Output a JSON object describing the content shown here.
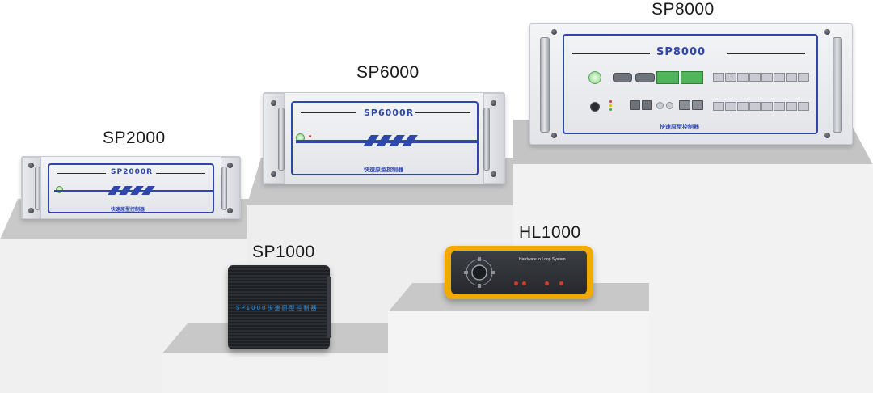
{
  "products": {
    "sp2000": {
      "label": "SP2000",
      "panel_model": "SP2000R",
      "brand_text": "快速原型控制器"
    },
    "sp6000": {
      "label": "SP6000",
      "panel_model": "SP6000R",
      "brand_text": "快速原型控制器"
    },
    "sp8000": {
      "label": "SP8000",
      "panel_model": "SP8000",
      "brand_text": "快速原型控制器"
    },
    "sp1000": {
      "label": "SP1000",
      "body_text": "SP1000快速原型控制器"
    },
    "hl1000": {
      "label": "HL1000",
      "face_text": "Hardware in Loop System"
    }
  },
  "colors": {
    "panel_blue": "#2f47a8",
    "hl_yellow": "#f2a900",
    "pedestal": "#efefef",
    "pedestal_top": "#c6c6c6"
  }
}
